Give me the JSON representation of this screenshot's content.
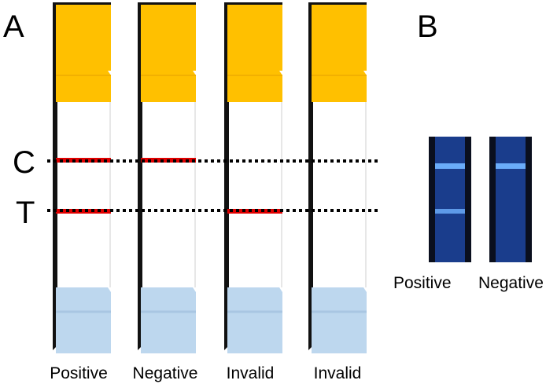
{
  "panel_a": {
    "letter": "A",
    "line_labels": {
      "control": "C",
      "test": "T"
    },
    "strips": [
      {
        "label": "Positive",
        "control_line": true,
        "test_line": true
      },
      {
        "label": "Negative",
        "control_line": true,
        "test_line": false
      },
      {
        "label": "Invalid",
        "control_line": false,
        "test_line": true
      },
      {
        "label": "Invalid",
        "control_line": false,
        "test_line": false
      }
    ]
  },
  "panel_b": {
    "letter": "B",
    "photos": [
      {
        "label": "Positive",
        "control_band": true,
        "test_band": true
      },
      {
        "label": "Negative",
        "control_band": true,
        "test_band": false
      }
    ]
  },
  "colors": {
    "sample_pad": "#ffc000",
    "sample_pad_dark": "#f2b000",
    "absorbent_pad": "#bdd7ee",
    "absorbent_pad_dark": "#a9c6e2",
    "line_red": "#e00000",
    "backing": "#111111",
    "strip_photo_bg": "#1a3d8c",
    "strip_photo_band": "#6fb2ff"
  }
}
